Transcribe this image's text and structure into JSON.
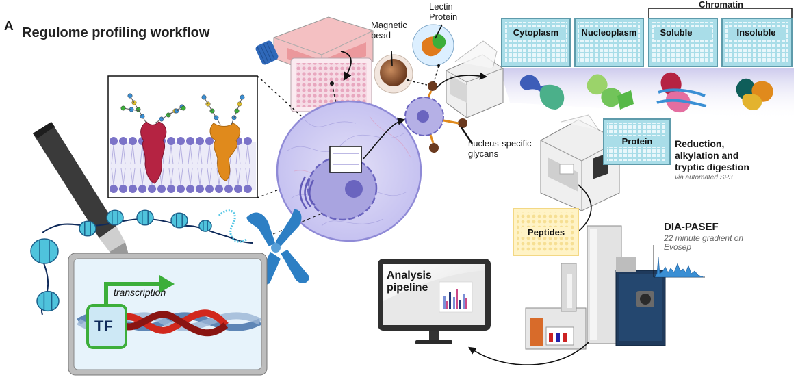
{
  "panel_letter": "A",
  "title": "Regulome profiling workflow",
  "labels": {
    "magnetic_bead": "Magnetic\nbead",
    "lectin_protein": "Lectin\nProtein",
    "nucleus_glycans": "nucleus-specific\nglycans",
    "chromatin": "Chromatin",
    "transcription": "transcription",
    "tf": "TF"
  },
  "fractions": [
    "Cytoplasm",
    "Nucleoplasm",
    "Soluble",
    "Insoluble"
  ],
  "processing": {
    "protein": "Protein",
    "step_title": "Reduction,\nalkylation and\ntryptic digestion",
    "step_note": "via automated SP3"
  },
  "ms": {
    "peptides": "Peptides",
    "method": "DIA-PASEF",
    "gradient": "22 minute gradient on\nEvosep"
  },
  "analysis": {
    "label": "Analysis\npipeline"
  },
  "colors": {
    "membrane": "#7b73c8",
    "cell": "#cfcdf0",
    "nucleus": "#8a85cf",
    "plate_blue": "#a9dde8",
    "protein_red": "#b52342",
    "protein_orange": "#e08a1c",
    "green_arrow": "#3cae3a",
    "dna_red": "#d1281d",
    "dna_blue": "#5e86b6",
    "chromosome": "#2d7fc4",
    "ms_blue": "#1f3a5c"
  }
}
